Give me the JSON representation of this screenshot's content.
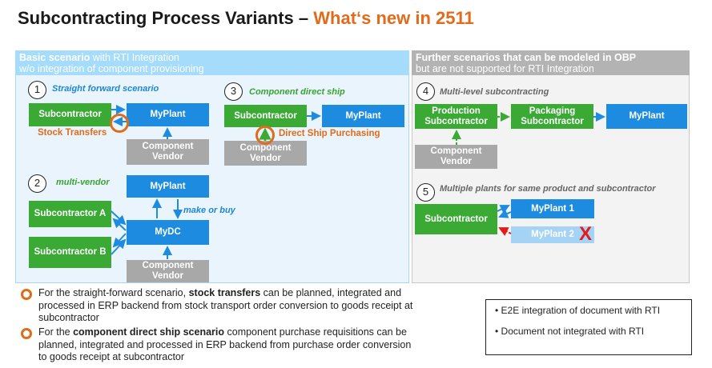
{
  "title": {
    "main": "Subcontracting Process Variants – ",
    "accent": "What‘s new in 2511"
  },
  "left_panel": {
    "head_bold": "Basic scenario",
    "head_rest": " with RTI Integration",
    "head_line2": "w/o integration of component provisioning"
  },
  "right_panel": {
    "head_bold": "Further scenarios that can be modeled in OBP",
    "head_line2": "but are not supported for RTI Integration"
  },
  "scenarios": {
    "s1": {
      "num": "1",
      "label": "Straight forward scenario",
      "subcontractor": "Subcontractor",
      "plant": "MyPlant",
      "vendor": "Component Vendor",
      "note": "Stock Transfers"
    },
    "s2": {
      "num": "2",
      "label": "multi-vendor",
      "plant": "MyPlant",
      "sub_a": "Subcontractor A",
      "sub_b": "Subcontractor B",
      "dc": "MyDC",
      "vendor": "Component Vendor",
      "note": "make or buy"
    },
    "s3": {
      "num": "3",
      "label": "Component direct ship",
      "subcontractor": "Subcontractor",
      "plant": "MyPlant",
      "vendor": "Component Vendor",
      "note": "Direct Ship Purchasing"
    },
    "s4": {
      "num": "4",
      "label": "Multi-level subcontracting",
      "prod": "Production Subcontractor",
      "pack": "Packaging Subcontractor",
      "plant": "MyPlant",
      "vendor": "Component Vendor"
    },
    "s5": {
      "num": "5",
      "label": "Multiple plants for same product and subcontractor",
      "subcontractor": "Subcontractor",
      "plant1": "MyPlant 1",
      "plant2": "MyPlant 2",
      "x": "X"
    }
  },
  "bullets": [
    {
      "pre": "For the straight-forward scenario, ",
      "bold": "stock transfers",
      "post": " can be planned, integrated and processed in ERP backend from stock transport order conversion to goods receipt at subcontractor"
    },
    {
      "pre": "For the ",
      "bold": "component direct ship scenario",
      "post": " component purchase requisitions can be planned, integrated and processed in ERP backend from purchase order conversion to goods receipt at subcontractor"
    }
  ],
  "legend": {
    "rti": "E2E integration of document with RTI",
    "not_rti": "Document not integrated with RTI"
  },
  "colors": {
    "green": "#3aaa35",
    "blue": "#1d8ce0",
    "gray": "#a8a8a8",
    "orange": "#e06c1b",
    "red": "#e3191b"
  }
}
